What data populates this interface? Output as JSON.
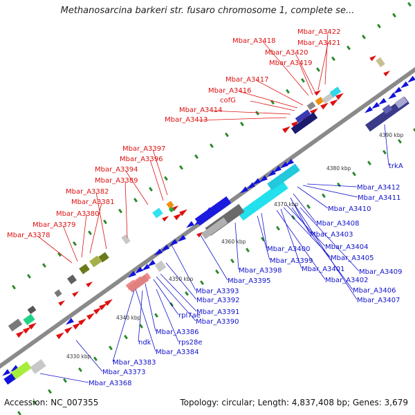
{
  "title": "Methanosarcina barkeri str. fusaro chromosome 1, complete se...",
  "footer": {
    "accession": "Accession: NC_007355",
    "summary": "Topology: circular; Length: 4,837,408 bp; Genes: 3,679"
  },
  "tick_labels": [
    "4390 kbp",
    "4380 kbp",
    "4370 kbp",
    "4360 kbp",
    "4350 kbp",
    "4340 kbp",
    "4330 kbp"
  ],
  "red_labels": [
    "Mbar_A3422",
    "Mbar_A3418",
    "Mbar_A3421",
    "Mbar_A3420",
    "Mbar_A3419",
    "Mbar_A3417",
    "Mbar_A3416",
    "cofG",
    "Mbar_A3414",
    "Mbar_A3413",
    "Mbar_A3397",
    "Mbar_A3396",
    "Mbar_A3394",
    "Mbar_A3389",
    "Mbar_A3382",
    "Mbar_A3381",
    "Mbar_A3380",
    "Mbar_A3379",
    "Mbar_A3378"
  ],
  "blue_labels": [
    "trkA",
    "Mbar_A3412",
    "Mbar_A3411",
    "Mbar_A3410",
    "Mbar_A3408",
    "Mbar_A3403",
    "Mbar_A3400",
    "Mbar_A3404",
    "Mbar_A3405",
    "Mbar_A3399",
    "Mbar_A3401",
    "Mbar_A3409",
    "Mbar_A3398",
    "Mbar_A3402",
    "Mbar_A3395",
    "Mbar_A3406",
    "Mbar_A3407",
    "Mbar_A3393",
    "Mbar_A3392",
    "Mbar_A3391",
    "rpl7ae",
    "Mbar_A3390",
    "Mbar_A3386",
    "rps28e",
    "ndk",
    "Mbar_A3384",
    "Mbar_A3383",
    "Mbar_A3373",
    "Mbar_A3368"
  ],
  "colors": {
    "label_red": "#dd1111",
    "label_blue": "#1111cc",
    "backbone": "#8c8c8c"
  }
}
